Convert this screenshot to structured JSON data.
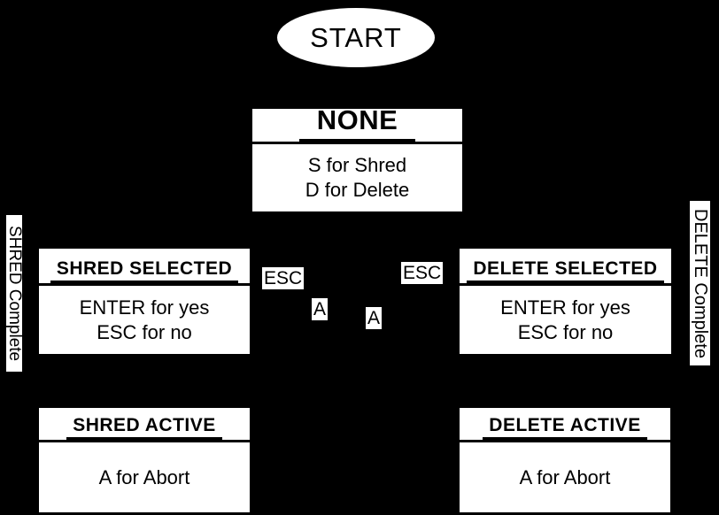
{
  "diagram": {
    "colors": {
      "background": "#000000",
      "node_fill": "#ffffff",
      "text": "#000000"
    },
    "start_label": "START",
    "states": {
      "none": {
        "title": "NONE",
        "body": [
          "S for Shred",
          "D for Delete"
        ]
      },
      "shred_selected": {
        "title": "SHRED SELECTED",
        "body": [
          "ENTER for yes",
          "ESC for no"
        ]
      },
      "delete_selected": {
        "title": "DELETE SELECTED",
        "body": [
          "ENTER for yes",
          "ESC for no"
        ]
      },
      "shred_active": {
        "title": "SHRED ACTIVE",
        "body": [
          "A for Abort"
        ]
      },
      "delete_active": {
        "title": "DELETE ACTIVE",
        "body": [
          "A for Abort"
        ]
      }
    },
    "edge_labels": {
      "esc_left": "ESC",
      "esc_right": "ESC",
      "a_left": "A",
      "a_right": "A",
      "shred_complete": "SHRED Complete",
      "delete_complete": "DELETE Complete"
    }
  }
}
